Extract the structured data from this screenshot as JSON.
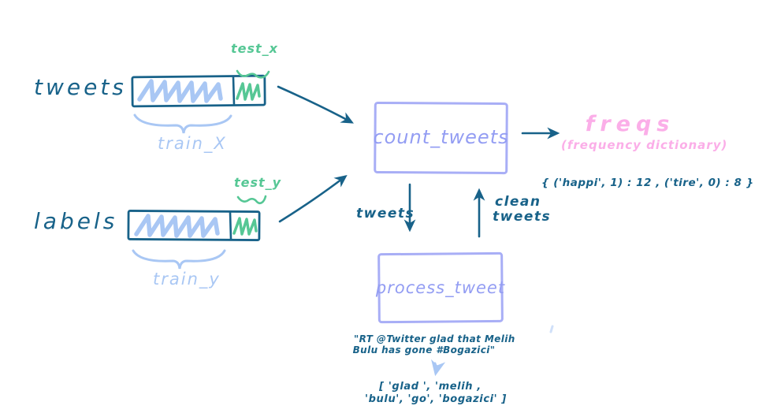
{
  "colors": {
    "ink": "#186289",
    "light_blue": "#a9c7f4",
    "green": "#56c795",
    "purple_border": "#a8aef6",
    "purple_text": "#939df3",
    "pink": "#fbaee8"
  },
  "tweets_row": {
    "label": "tweets",
    "test_label": "test_x",
    "train_label": "train_X"
  },
  "labels_row": {
    "label": "labels",
    "test_label": "test_y",
    "train_label": "train_y"
  },
  "functions": {
    "count_tweets_label": "count_tweets",
    "process_tweet_label": "process_tweet"
  },
  "freqs": {
    "title": "freqs",
    "subtitle": "(frequency dictionary)",
    "example": "{ ('happi', 1) : 12 ,  ('tire', 0) : 8 }"
  },
  "edge_labels": {
    "to_process": "tweets",
    "from_process_line1": "clean",
    "from_process_line2": "tweets"
  },
  "example": {
    "raw_line1": "\"RT @Twitter glad that Melih",
    "raw_line2": "Bulu has gone  #Bogazici\"",
    "tokens_line1": "[ 'glad ', 'melih ,",
    "tokens_line2": "'bulu', 'go', 'bogazici' ]"
  }
}
